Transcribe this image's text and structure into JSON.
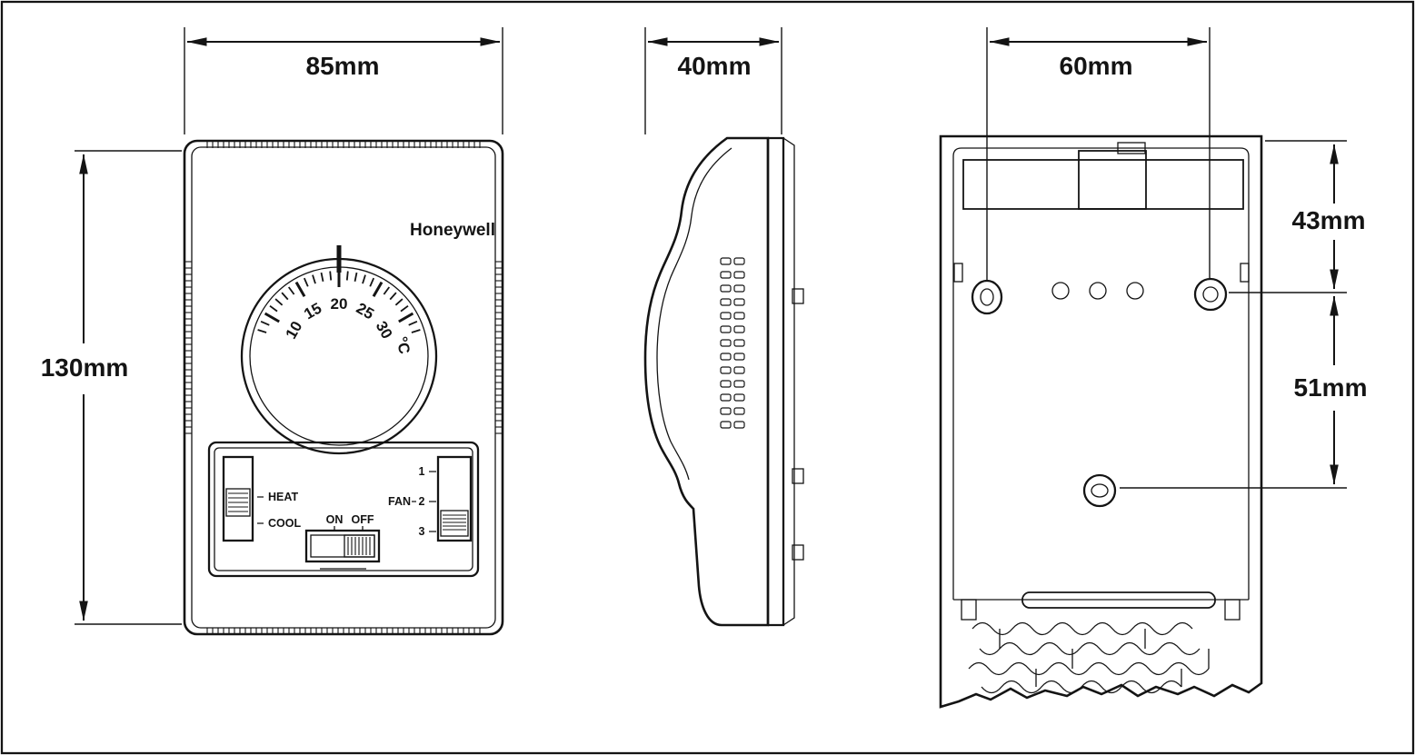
{
  "dimensions": {
    "front_width": "85mm",
    "front_height": "130mm",
    "side_depth": "40mm",
    "hole_spacing": "60mm",
    "top_to_holes": "43mm",
    "holes_to_center": "51mm"
  },
  "front_view": {
    "brand": "Honeywell",
    "dial": {
      "ticks": [
        "10",
        "15",
        "20",
        "25",
        "30"
      ],
      "unit": "°C"
    },
    "controls": {
      "mode_heat": "HEAT",
      "mode_cool": "COOL",
      "power_on": "ON",
      "power_off": "OFF",
      "fan_label": "FAN",
      "fan_speeds": [
        "1",
        "2",
        "3"
      ]
    }
  },
  "colors": {
    "line": "#141414",
    "background": "#ffffff"
  }
}
